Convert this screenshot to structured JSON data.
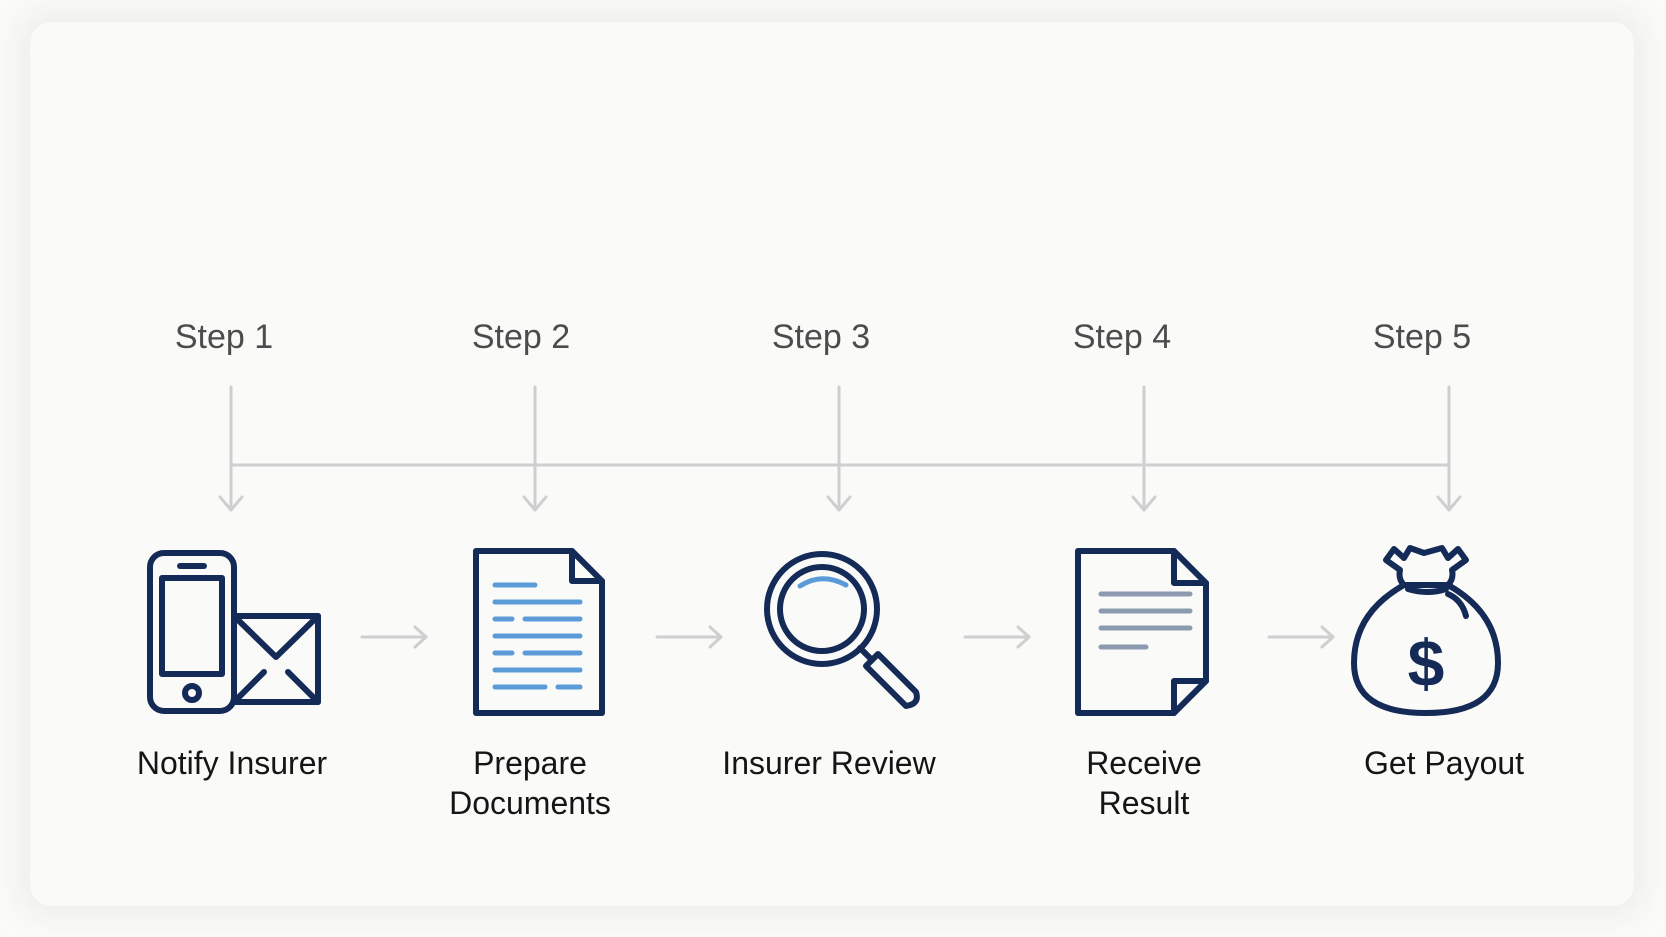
{
  "steps": [
    {
      "number_label": "Step 1",
      "name": "Notify Insurer",
      "icon": "phone-and-envelope-icon"
    },
    {
      "number_label": "Step 2",
      "name": "Prepare\nDocuments",
      "icon": "document-icon"
    },
    {
      "number_label": "Step 3",
      "name": "Insurer Review",
      "icon": "magnifying-glass-icon"
    },
    {
      "number_label": "Step 4",
      "name": "Receive\nResult",
      "icon": "result-document-icon"
    },
    {
      "number_label": "Step 5",
      "name": "Get Payout",
      "icon": "money-bag-icon"
    }
  ],
  "colors": {
    "icon_stroke": "#142a57",
    "icon_accent": "#5b9bd8",
    "connector_gray": "#cfcfcf",
    "label_gray": "#4c4c4c",
    "name_black": "#151515",
    "background": "#fafaf8"
  }
}
